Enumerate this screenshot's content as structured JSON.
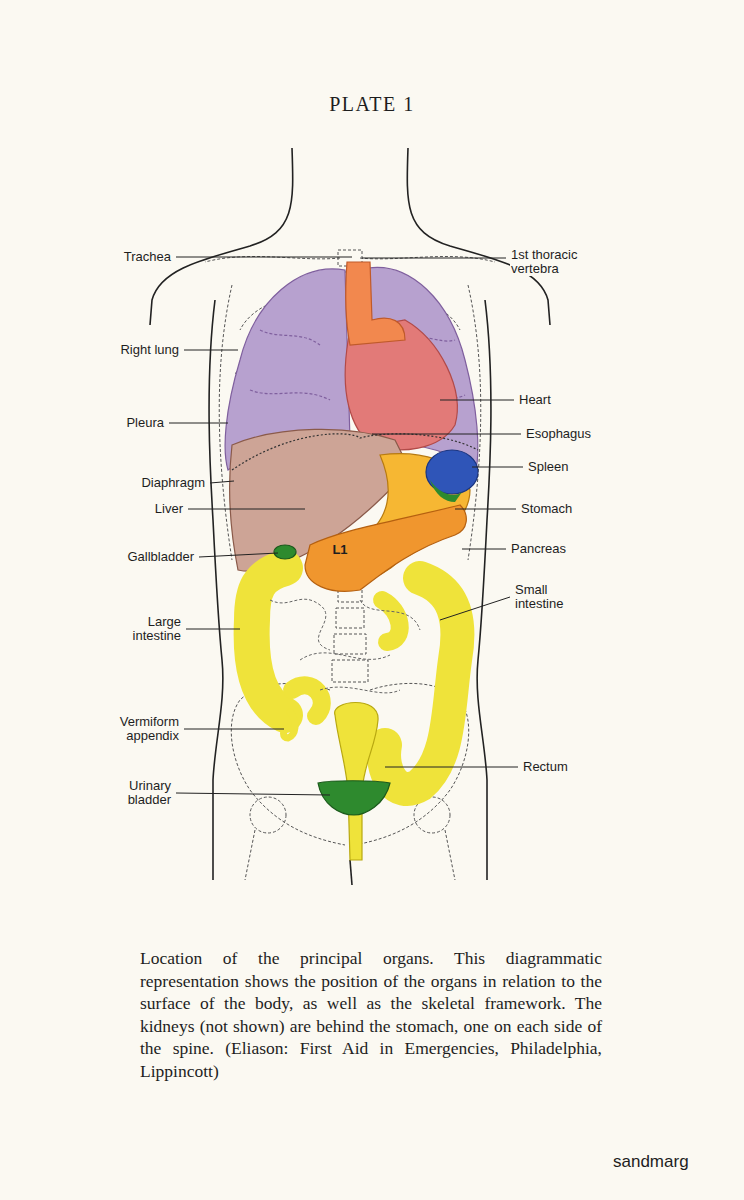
{
  "diagram": {
    "title": "PLATE 1",
    "caption": "Location of the principal organs. This diagrammatic representation shows the position of the organs in relation to the surface of the body, as well as the skeletal framework. The kidneys (not shown) are behind the stomach, one on each side of the spine. (Eliason: First Aid in Emergencies, Philadelphia, Lippincott)",
    "labels": [
      "Trachea",
      "Right lung",
      "Pleura",
      "Diaphragm",
      "Liver",
      "Gallbladder",
      "Large intestine",
      "Vermiform appendix",
      "Urinary bladder",
      "1st thoracic vertebra",
      "Heart",
      "Esophagus",
      "Spleen",
      "Stomach",
      "Pancreas",
      "Small intestine",
      "Rectum",
      "L1",
      "sandmarg"
    ]
  }
}
